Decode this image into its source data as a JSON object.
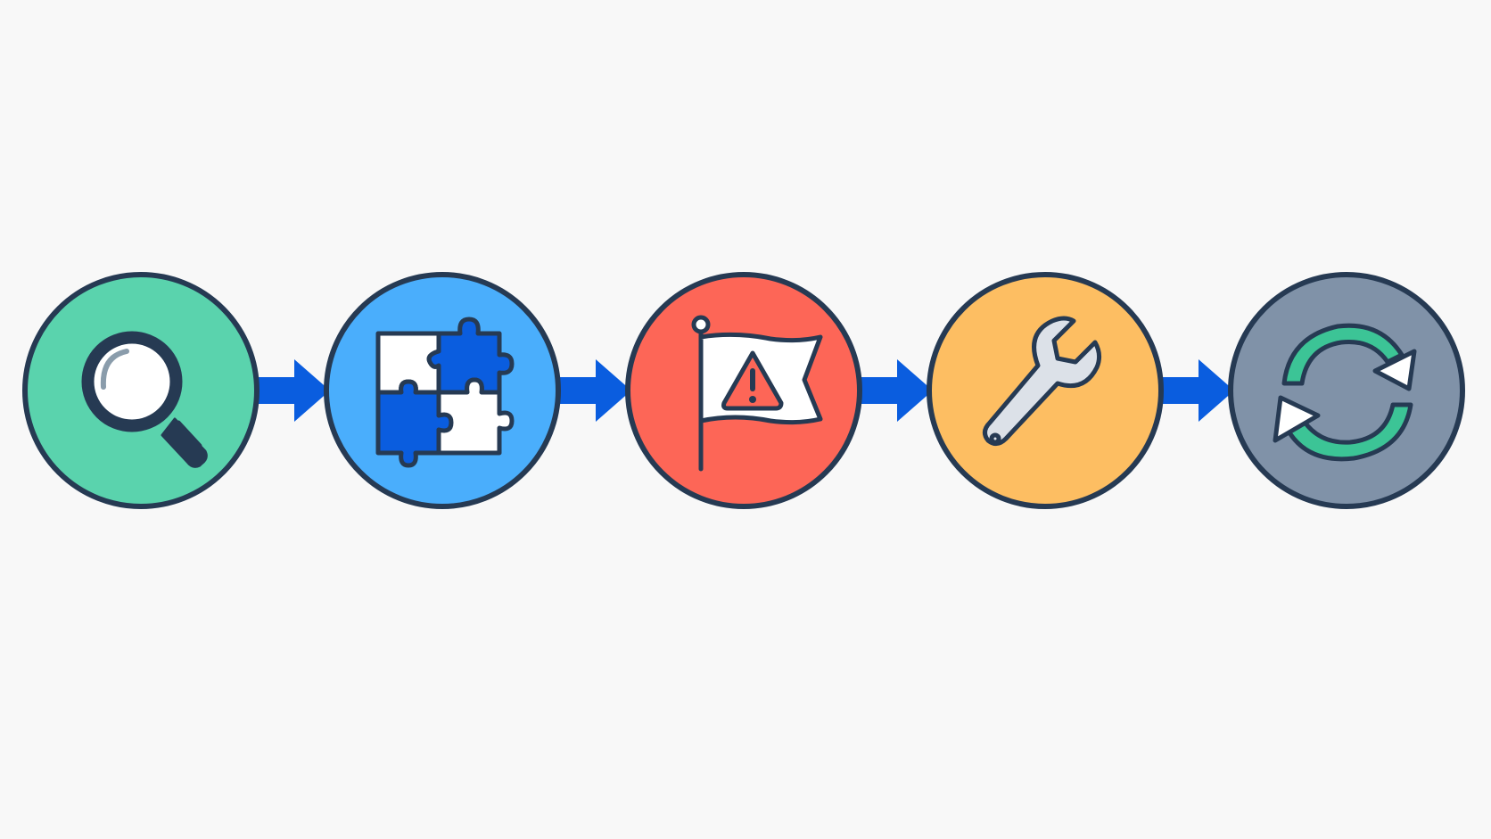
{
  "diagram": {
    "type": "process-flow",
    "steps": [
      {
        "icon": "magnifying-glass-icon",
        "color": "#5ad3ad"
      },
      {
        "icon": "puzzle-pieces-icon",
        "color": "#4aaefc"
      },
      {
        "icon": "warning-flag-icon",
        "color": "#fd6657"
      },
      {
        "icon": "wrench-icon",
        "color": "#fdbe62"
      },
      {
        "icon": "refresh-cycle-icon",
        "color": "#8092a8"
      }
    ],
    "connectors": {
      "count": 4,
      "style": "arrow",
      "color": "#0a5ddf"
    },
    "stroke_color": "#263a53",
    "background": "#f8f8f8"
  }
}
